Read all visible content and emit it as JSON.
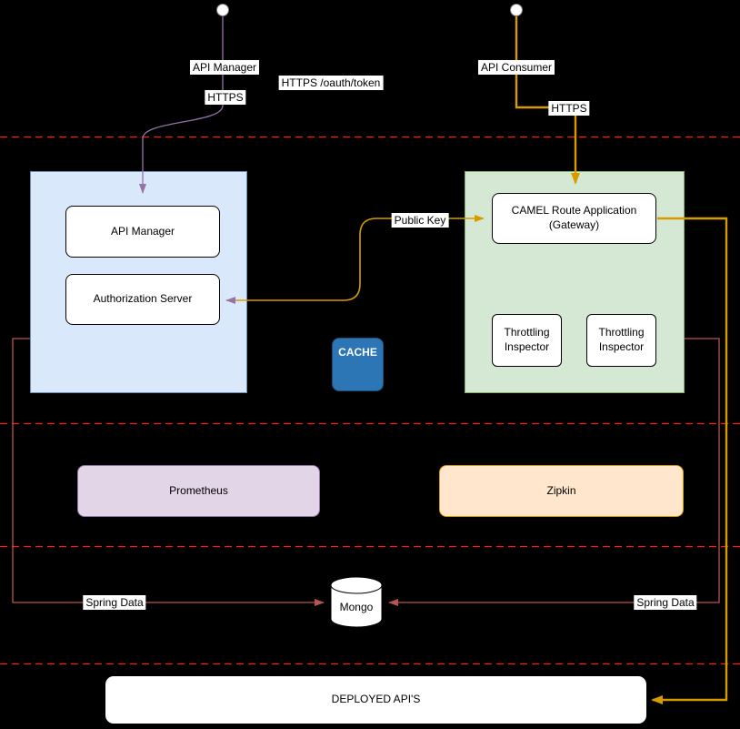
{
  "colors": {
    "bg": "#000000",
    "region-blue-fill": "#dae8fc",
    "region-blue-stroke": "#6c8ebf",
    "region-green-fill": "#d5e8d4",
    "region-green-stroke": "#82b366",
    "prometheus-fill": "#e1d5e7",
    "prometheus-stroke": "#9673a6",
    "zipkin-fill": "#ffe6cc",
    "zipkin-stroke": "#d79b00",
    "cache-fill": "#2d76b5",
    "cache-stroke": "#1a4d78",
    "node-fill": "#ffffff",
    "node-stroke": "#000000",
    "flow-yellow": "#d79b00",
    "flow-purple": "#9673a6",
    "flow-red": "#b85450",
    "boundary-red": "#ff1a1a",
    "label-bg": "#ffffff",
    "label-text": "#000000"
  },
  "actors": {
    "left": {
      "label": "API Manager"
    },
    "right": {
      "label": "API Consumer"
    }
  },
  "edges": {
    "https_left": "HTTPS",
    "https_oauth": "HTTPS /oauth/token",
    "https_right": "HTTPS",
    "public_key": "Public Key",
    "spring_data_left": "Spring Data",
    "spring_data_right": "Spring Data"
  },
  "nodes": {
    "api_manager": "API Manager",
    "auth_server": "Authorization Server",
    "camel_gateway": "CAMEL Route Application (Gateway)",
    "throttling_left": "Throttling Inspector",
    "throttling_right": "Throttling Inspector",
    "cache": "CACHE",
    "prometheus": "Prometheus",
    "zipkin": "Zipkin",
    "mongo": "Mongo",
    "deployed_apis": "DEPLOYED API'S"
  }
}
